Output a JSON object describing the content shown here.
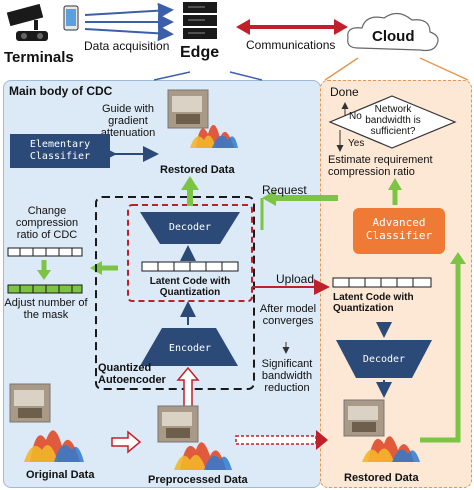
{
  "top": {
    "terminals": "Terminals",
    "data_acquisition": "Data acquisition",
    "edge": "Edge",
    "communications": "Communications",
    "cloud": "Cloud"
  },
  "left_panel": {
    "title": "Main body of CDC",
    "guide": "Guide with gradient attenuation",
    "elementary_classifier": "Elementary Classifier",
    "restored_data": "Restored Data",
    "change_ratio": "Change compression ratio of CDC",
    "adjust_mask": "Adjust number of the mask",
    "decoder": "Decoder",
    "latent_code": "Latent Code with Quantization",
    "encoder": "Encoder",
    "quantized_autoencoder": "Quantized Autoencoder",
    "original_data": "Original Data",
    "preprocessed_data": "Preprocessed Data"
  },
  "middle": {
    "request": "Request",
    "upload": "Upload",
    "after_model": "After model converges",
    "significant": "Significant bandwidth reduction"
  },
  "right_panel": {
    "done": "Done",
    "no": "No",
    "yes": "Yes",
    "decision": "Network bandwidth is sufficient?",
    "estimate": "Estimate requirement compression ratio",
    "advanced_classifier": "Advanced Classifier",
    "latent_code": "Latent Code with Quantization",
    "decoder": "Decoder",
    "restored_data": "Restored Data"
  },
  "colors": {
    "navy": "#2b4a78",
    "orange": "#ee7a35",
    "green": "#7cc444",
    "red": "#c0202a",
    "left_bg": "#dce9f6",
    "right_bg": "#fde8d6"
  }
}
